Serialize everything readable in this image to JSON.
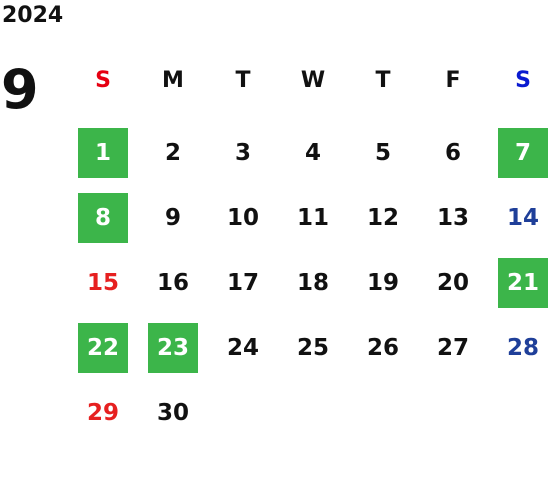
{
  "year": "2024",
  "month": "9",
  "colors": {
    "text": "#111111",
    "sunday_red": "#e62020",
    "saturday_blue": "#1f3f99",
    "holiday_green": "#3cb54a",
    "header_sun_red": "#e60012",
    "header_sat_blue": "#0a1ad0"
  },
  "weekdays": [
    {
      "label": "S",
      "color": "#e60012"
    },
    {
      "label": "M",
      "color": "#111111"
    },
    {
      "label": "T",
      "color": "#111111"
    },
    {
      "label": "W",
      "color": "#111111"
    },
    {
      "label": "T",
      "color": "#111111"
    },
    {
      "label": "F",
      "color": "#111111"
    },
    {
      "label": "S",
      "color": "#0a1ad0"
    }
  ],
  "weeks": [
    [
      {
        "day": "1",
        "highlight": true,
        "color": "#ffffff"
      },
      {
        "day": "2",
        "highlight": false,
        "color": "#111111"
      },
      {
        "day": "3",
        "highlight": false,
        "color": "#111111"
      },
      {
        "day": "4",
        "highlight": false,
        "color": "#111111"
      },
      {
        "day": "5",
        "highlight": false,
        "color": "#111111"
      },
      {
        "day": "6",
        "highlight": false,
        "color": "#111111"
      },
      {
        "day": "7",
        "highlight": true,
        "color": "#ffffff"
      }
    ],
    [
      {
        "day": "8",
        "highlight": true,
        "color": "#ffffff"
      },
      {
        "day": "9",
        "highlight": false,
        "color": "#111111"
      },
      {
        "day": "10",
        "highlight": false,
        "color": "#111111"
      },
      {
        "day": "11",
        "highlight": false,
        "color": "#111111"
      },
      {
        "day": "12",
        "highlight": false,
        "color": "#111111"
      },
      {
        "day": "13",
        "highlight": false,
        "color": "#111111"
      },
      {
        "day": "14",
        "highlight": false,
        "color": "#1f3f99"
      }
    ],
    [
      {
        "day": "15",
        "highlight": false,
        "color": "#e62020"
      },
      {
        "day": "16",
        "highlight": false,
        "color": "#111111"
      },
      {
        "day": "17",
        "highlight": false,
        "color": "#111111"
      },
      {
        "day": "18",
        "highlight": false,
        "color": "#111111"
      },
      {
        "day": "19",
        "highlight": false,
        "color": "#111111"
      },
      {
        "day": "20",
        "highlight": false,
        "color": "#111111"
      },
      {
        "day": "21",
        "highlight": true,
        "color": "#ffffff"
      }
    ],
    [
      {
        "day": "22",
        "highlight": true,
        "color": "#ffffff"
      },
      {
        "day": "23",
        "highlight": true,
        "color": "#ffffff"
      },
      {
        "day": "24",
        "highlight": false,
        "color": "#111111"
      },
      {
        "day": "25",
        "highlight": false,
        "color": "#111111"
      },
      {
        "day": "26",
        "highlight": false,
        "color": "#111111"
      },
      {
        "day": "27",
        "highlight": false,
        "color": "#111111"
      },
      {
        "day": "28",
        "highlight": false,
        "color": "#1f3f99"
      }
    ],
    [
      {
        "day": "29",
        "highlight": false,
        "color": "#e62020"
      },
      {
        "day": "30",
        "highlight": false,
        "color": "#111111"
      },
      {
        "day": "",
        "highlight": false,
        "color": "#111111"
      },
      {
        "day": "",
        "highlight": false,
        "color": "#111111"
      },
      {
        "day": "",
        "highlight": false,
        "color": "#111111"
      },
      {
        "day": "",
        "highlight": false,
        "color": "#111111"
      },
      {
        "day": "",
        "highlight": false,
        "color": "#111111"
      }
    ]
  ]
}
